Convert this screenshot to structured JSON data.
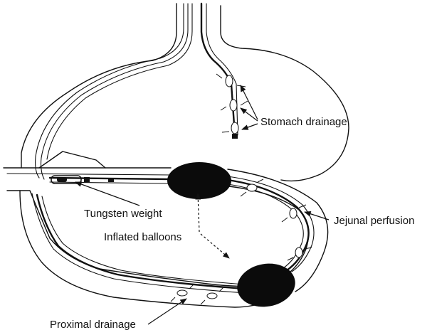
{
  "labels": {
    "stomach_drainage": "Stomach drainage",
    "tungsten_weight": "Tungsten weight",
    "jejunal_perfusion": "Jejunal perfusion",
    "inflated_balloons": "Inflated balloons",
    "proximal_drainage": "Proximal drainage"
  },
  "colors": {
    "ink": "#111111",
    "balloon": "#0b0b0b",
    "background": "#ffffff"
  }
}
